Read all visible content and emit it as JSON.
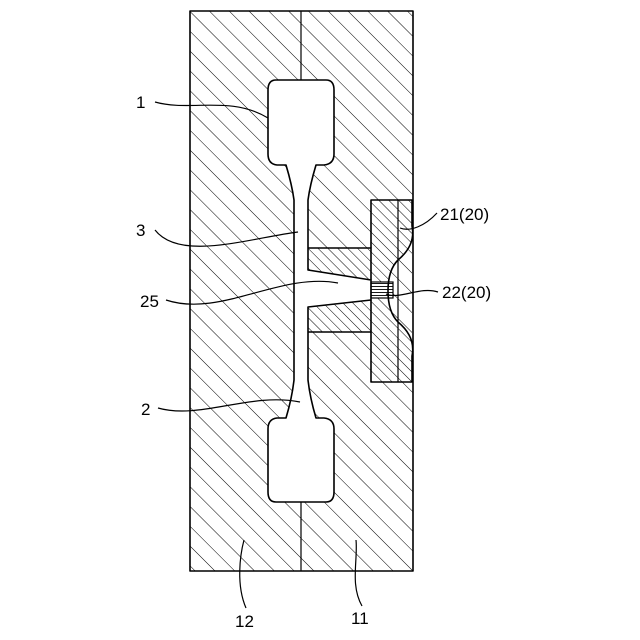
{
  "figure": {
    "labels": {
      "part_1": "1",
      "part_2": "2",
      "part_3": "3",
      "part_25": "25",
      "part_21": "21(20)",
      "part_22": "22(20)",
      "part_12": "12",
      "part_11": "11"
    }
  }
}
